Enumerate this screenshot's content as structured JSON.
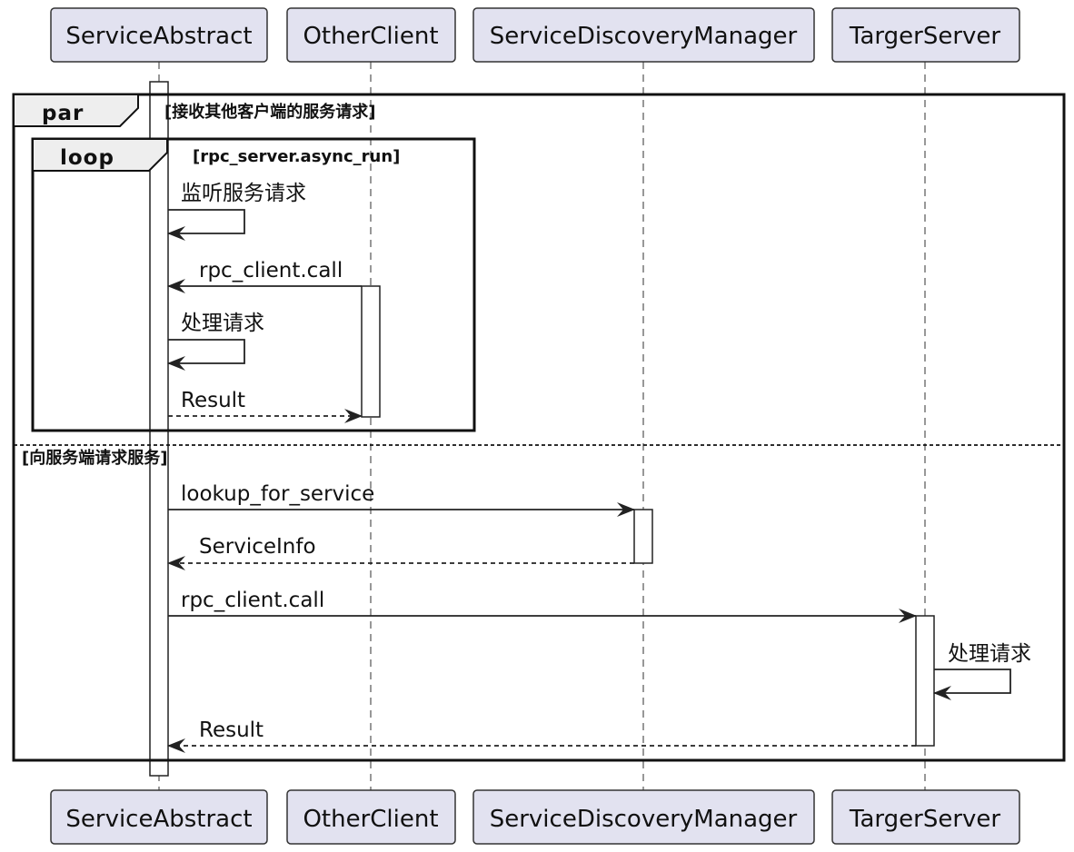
{
  "participants": [
    {
      "id": "sa",
      "name": "ServiceAbstract"
    },
    {
      "id": "oc",
      "name": "OtherClient"
    },
    {
      "id": "sdm",
      "name": "ServiceDiscoveryManager"
    },
    {
      "id": "ts",
      "name": "TargerServer"
    }
  ],
  "fragments": {
    "par": {
      "keyword": "par",
      "guard": "[接收其他客户端的服务请求]",
      "else_guard": "[向服务端请求服务]"
    },
    "loop": {
      "keyword": "loop",
      "guard": "[rpc_server.async_run]"
    }
  },
  "messages": [
    {
      "from": "sa",
      "to": "sa",
      "label": "监听服务请求",
      "style": "solid"
    },
    {
      "from": "oc",
      "to": "sa",
      "label": "rpc_client.call",
      "style": "solid"
    },
    {
      "from": "sa",
      "to": "sa",
      "label": "处理请求",
      "style": "solid"
    },
    {
      "from": "sa",
      "to": "oc",
      "label": "Result",
      "style": "dashed"
    },
    {
      "from": "sa",
      "to": "sdm",
      "label": "lookup_for_service",
      "style": "solid"
    },
    {
      "from": "sdm",
      "to": "sa",
      "label": "ServiceInfo",
      "style": "dashed"
    },
    {
      "from": "sa",
      "to": "ts",
      "label": "rpc_client.call",
      "style": "solid"
    },
    {
      "from": "ts",
      "to": "ts",
      "label": "处理请求",
      "style": "solid"
    },
    {
      "from": "ts",
      "to": "sa",
      "label": "Result",
      "style": "dashed"
    }
  ]
}
